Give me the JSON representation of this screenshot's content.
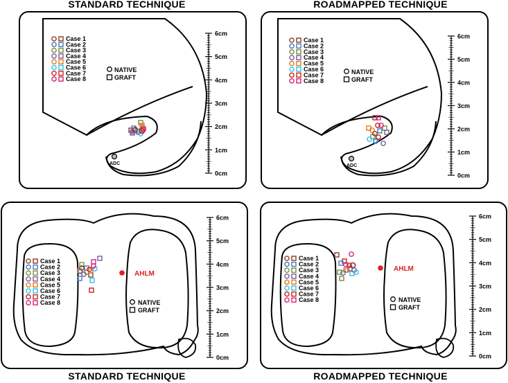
{
  "titles": {
    "top_left": "STANDARD TECHNIQUE",
    "top_right": "ROADMAPPED TECHNIQUE",
    "bottom_left": "STANDARD TECHNIQUE",
    "bottom_right": "ROADMAPPED TECHNIQUE"
  },
  "cases": [
    {
      "label": "Case 1",
      "color": "#8b3a2a"
    },
    {
      "label": "Case 2",
      "color": "#4a78b8"
    },
    {
      "label": "Case 3",
      "color": "#7a8c3a"
    },
    {
      "label": "Case 4",
      "color": "#7a5aa0"
    },
    {
      "label": "Case 5",
      "color": "#e07a20"
    },
    {
      "label": "Case 6",
      "color": "#33c0e8"
    },
    {
      "label": "Case 7",
      "color": "#cc1f1f"
    },
    {
      "label": "Case 8",
      "color": "#d8207a"
    }
  ],
  "legend": {
    "native": "NATIVE",
    "graft": "GRAFT"
  },
  "scale_labels": [
    "6cm",
    "5cm",
    "4cm",
    "3cm",
    "2cm",
    "1cm",
    "0cm"
  ],
  "landmarks": {
    "adc": "ADC",
    "ahlm": "AHLM",
    "ahlm_color": "#e02020"
  }
}
